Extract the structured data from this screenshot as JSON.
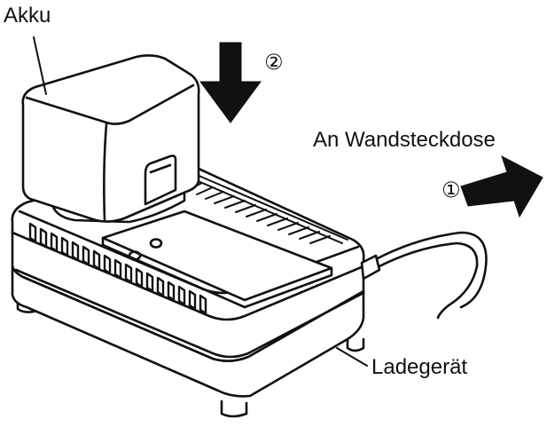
{
  "labels": {
    "battery": "Akku",
    "wall_outlet": "An Wandsteckdose",
    "charger": "Ladegerät"
  },
  "steps": {
    "insert_battery": "②",
    "plug_in": "①"
  },
  "colors": {
    "ink": "#111111",
    "background": "#ffffff"
  }
}
